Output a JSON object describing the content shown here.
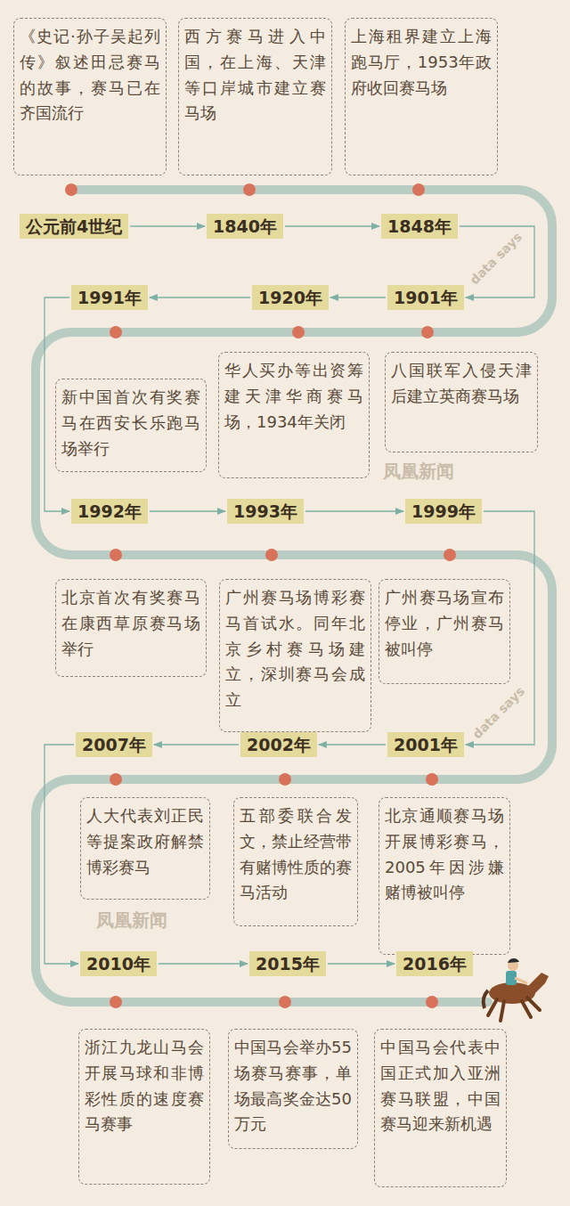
{
  "diagram": {
    "nodes": [
      {
        "text": [
          "公元前4世纪"
        ]
      },
      {
        "text": [
          "《史记·孙子吴起列传》叙述田忌赛马的故事，赛马已在齐国流行"
        ]
      },
      {
        "text": [
          "1840年"
        ]
      },
      {
        "text": [
          "西方赛马进入中国，在上海、天津等口岸城市建立赛马场"
        ]
      },
      {
        "text": [
          "1848年"
        ]
      },
      {
        "text": [
          "上海租界建立上海跑马厅，1953年政府收回赛马场"
        ]
      },
      {
        "text": [
          "1901年"
        ]
      },
      {
        "text": [
          "八国联军入侵天津后建立英商赛马场"
        ]
      },
      {
        "text": [
          "1920年"
        ]
      },
      {
        "text": [
          "华人买办等出资筹建天津华商赛马场，1934年关闭"
        ]
      },
      {
        "text": [
          "1991年"
        ]
      },
      {
        "text": [
          "新中国首次有奖赛马在西安长乐跑马场举行"
        ]
      },
      {
        "text": [
          "1992年"
        ]
      },
      {
        "text": [
          "北京首次有奖赛马在康西草原赛马场举行"
        ]
      },
      {
        "text": [
          "1993年"
        ]
      },
      {
        "text": [
          "广州赛马场博彩赛马首试水。同年北京乡村赛马场建立，深圳赛马会成立"
        ]
      },
      {
        "text": [
          "1999年"
        ]
      },
      {
        "text": [
          "广州赛马场宣布停业，广州赛马被叫停"
        ]
      },
      {
        "text": [
          "2001年"
        ]
      },
      {
        "text": [
          "北京通顺赛马场开展博彩赛马，2005年因涉嫌赌博被叫停"
        ]
      },
      {
        "text": [
          "2002年"
        ]
      },
      {
        "text": [
          "五部委联合发文，禁止经营带有赌博性质的赛马活动"
        ]
      },
      {
        "text": [
          "2007年"
        ]
      },
      {
        "text": [
          "人大代表刘正民等提案政府解禁博彩赛马"
        ]
      },
      {
        "text": [
          "2010年"
        ]
      },
      {
        "text": [
          "浙江九龙山马会开展马球和非博彩性质的速度赛马赛事"
        ]
      },
      {
        "text": [
          "2015年"
        ]
      },
      {
        "text": [
          "中国马会举办55场赛马赛事，单场最高奖金达50万元"
        ]
      },
      {
        "text": [
          "2016年"
        ]
      },
      {
        "text": [
          "中国马会代表中国正式加入亚洲赛马联盟，中国赛马迎来新机遇"
        ]
      }
    ],
    "edges": [
      {
        "from": 0,
        "to": 2,
        "arrow": "to"
      },
      {
        "from": 2,
        "to": 4,
        "arrow": "to"
      },
      {
        "from": 4,
        "to": 6,
        "arrow": "to"
      },
      {
        "from": 6,
        "to": 8,
        "arrow": "to"
      },
      {
        "from": 8,
        "to": 10,
        "arrow": "to"
      },
      {
        "from": 10,
        "to": 12,
        "arrow": "to"
      },
      {
        "from": 12,
        "to": 14,
        "arrow": "to"
      },
      {
        "from": 14,
        "to": 16,
        "arrow": "to"
      },
      {
        "from": 16,
        "to": 18,
        "arrow": "to"
      },
      {
        "from": 18,
        "to": 20,
        "arrow": "to"
      },
      {
        "from": 20,
        "to": 22,
        "arrow": "to"
      },
      {
        "from": 22,
        "to": 24,
        "arrow": "to"
      },
      {
        "from": 24,
        "to": 26,
        "arrow": "to"
      },
      {
        "from": 26,
        "to": 28,
        "arrow": "to"
      }
    ],
    "labels": [
      "凤凰新闻",
      "data says",
      "凤凰新闻",
      "data says"
    ]
  }
}
